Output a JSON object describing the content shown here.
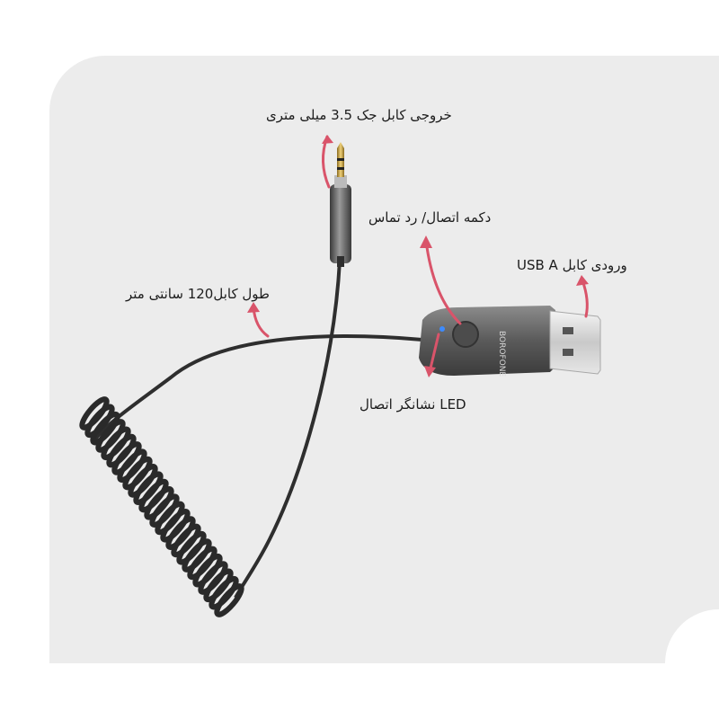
{
  "labels": {
    "audio_jack_output": "خروجی کابل جک 3.5 میلی متری",
    "connect_reject_button": "دکمه اتصال/ رد تماس",
    "usb_a_input": "ورودی کابل USB A",
    "cable_length": "طول کابل120 سانتی متر",
    "led_indicator": "LED نشانگر اتصال"
  },
  "product": {
    "brand_marking": "BOROFONE"
  },
  "colors": {
    "arrow": "#d9546a",
    "panel": "#ececec",
    "cable": "#2e2e2e",
    "led": "#3d8bff"
  }
}
